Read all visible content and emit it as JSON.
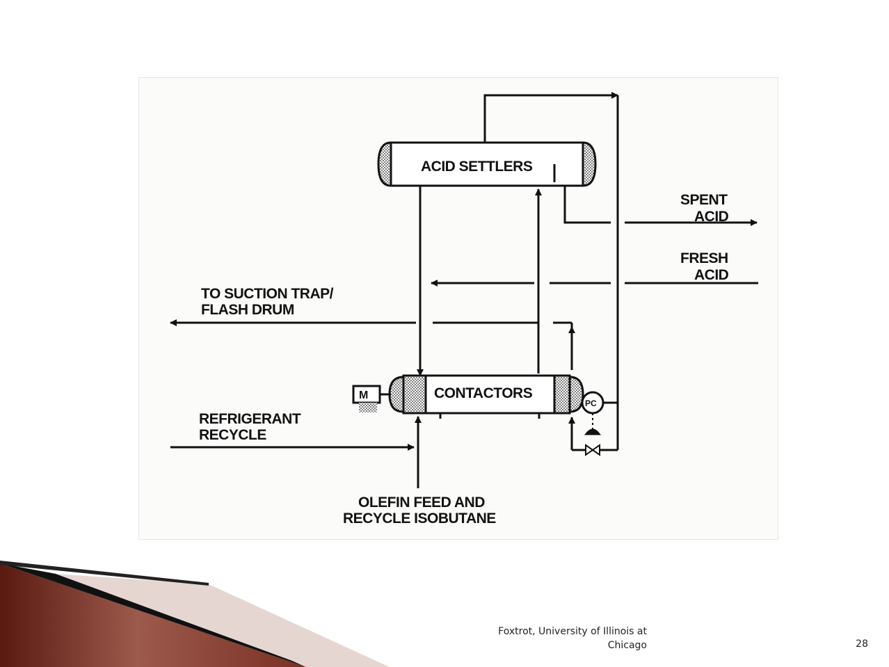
{
  "diagram": {
    "acid_settlers": "ACID SETTLERS",
    "contactors": "CONTACTORS",
    "motor": "M",
    "pressure_controller": "PC",
    "spent_acid": [
      "SPENT",
      "ACID"
    ],
    "fresh_acid": [
      "FRESH",
      "ACID"
    ],
    "suction_trap": [
      "TO SUCTION TRAP/",
      "FLASH DRUM"
    ],
    "refrigerant_recycle": [
      "REFRIGERANT",
      "RECYCLE"
    ],
    "olefin_feed": [
      "OLEFIN FEED AND",
      "RECYCLE ISOBUTANE"
    ]
  },
  "footer": {
    "line1": "Foxtrot, University of Illinois at",
    "line2": "Chicago",
    "page_number": "28"
  },
  "colors": {
    "accent_dark": "#5a1a10",
    "accent_mid": "#9c5040",
    "wedge_light": "#e6d6d2"
  }
}
